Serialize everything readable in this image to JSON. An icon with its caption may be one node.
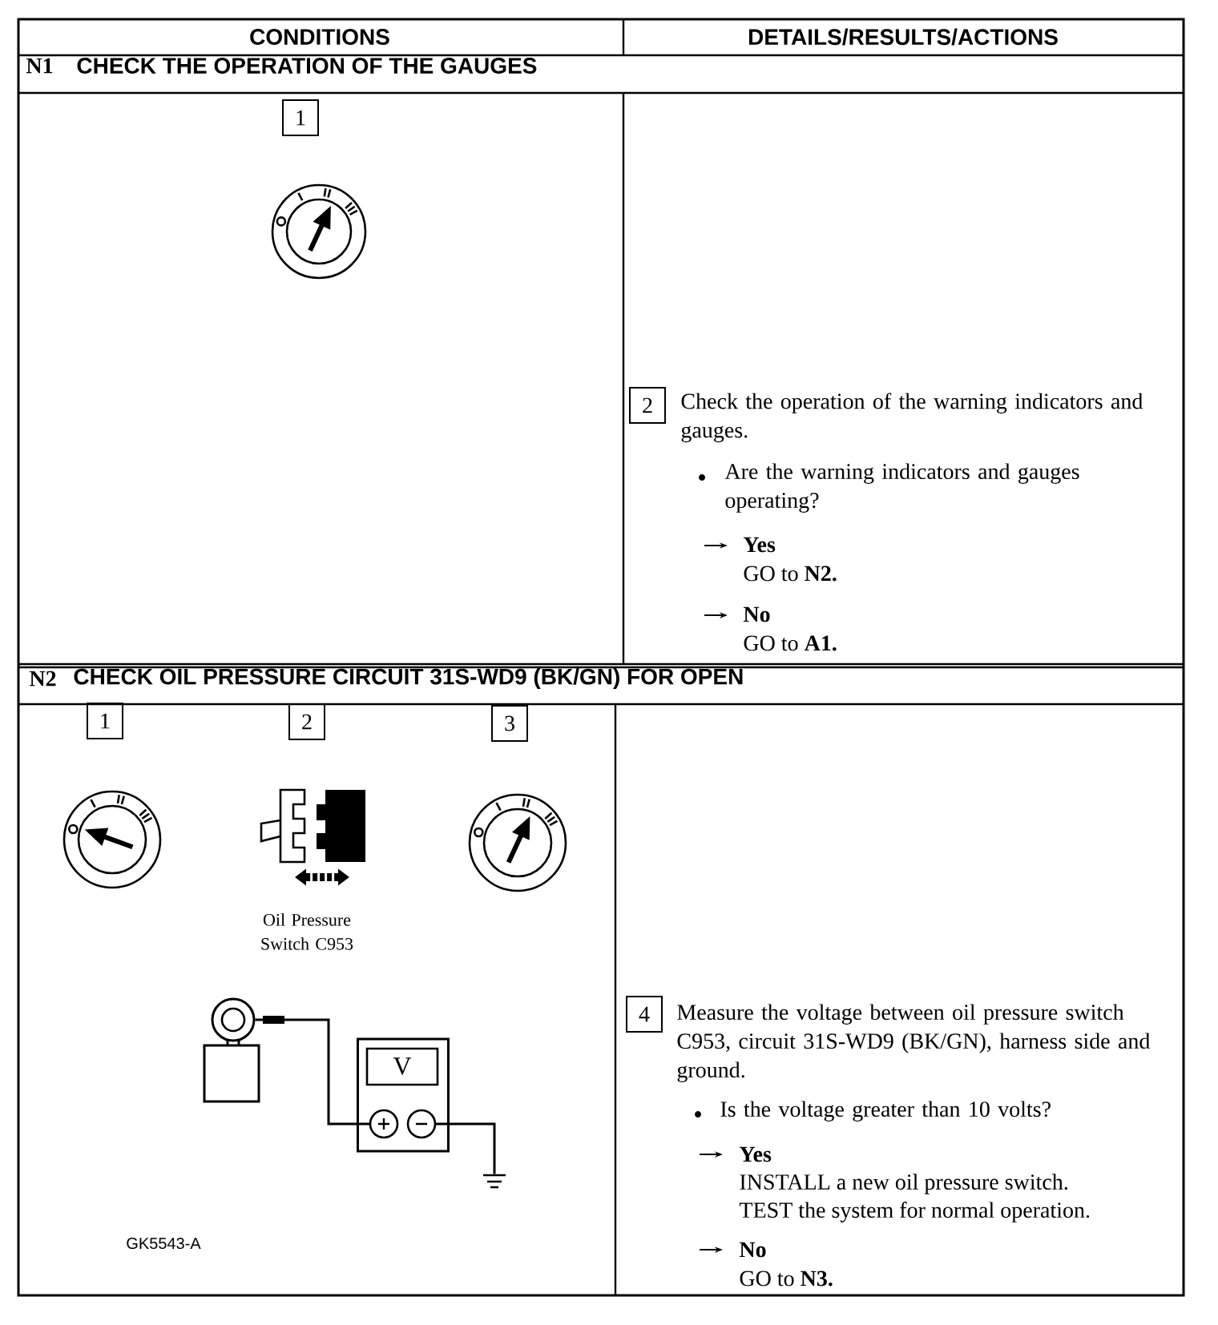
{
  "diagram": {
    "nodes": [
      {
        "text": [],
        "shape": "circle"
      },
      {
        "text": [
          "V"
        ]
      },
      {
        "text": [],
        "shape": "ground"
      }
    ],
    "edges": [
      {
        "from": 0,
        "to": 1,
        "arrow": "none"
      },
      {
        "from": 1,
        "to": 2,
        "arrow": "none"
      }
    ],
    "labels": [
      "CONDITIONS",
      "DETAILS/RESULTS/ACTIONS",
      "N1",
      "CHECK THE OPERATION OF THE GAUGES",
      "1",
      "2",
      "Check the operation of the warning indicators and gauges.",
      "Are the warning indicators and gauges operating?",
      "Yes",
      "GO to **N2.**",
      "No",
      "GO to **A1.**",
      "N2",
      "CHECK OIL PRESSURE CIRCUIT 31S-WD9 (BK/GN) FOR OPEN",
      "1",
      "2",
      "3",
      "Oil Pressure Switch C953",
      "4",
      "Measure the voltage between oil pressure switch C953, circuit 31S-WD9 (BK/GN), harness side and ground.",
      "Is the voltage greater than 10 volts?",
      "Yes",
      "INSTALL a new oil pressure switch.",
      "TEST the system for normal operation.",
      "No",
      "GO to **N3.**",
      "GK5543-A"
    ]
  }
}
